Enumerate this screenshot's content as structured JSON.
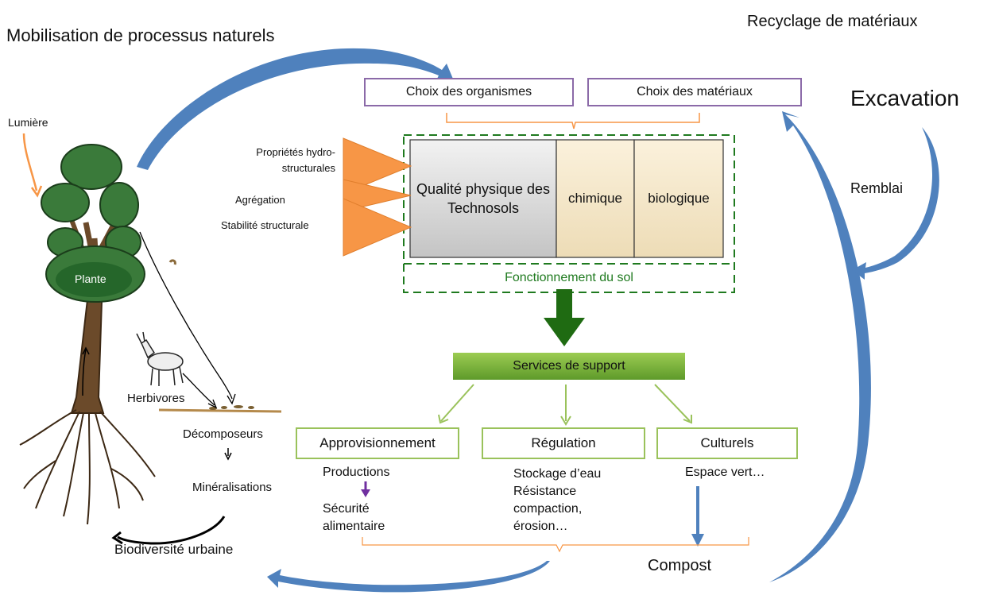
{
  "titles": {
    "mobilisation": "Mobilisation de processus naturels",
    "recyclage": "Recyclage de matériaux",
    "excavation": "Excavation",
    "remblai": "Remblai"
  },
  "inputs": {
    "organismes": "Choix des organismes",
    "materiaux": "Choix des matériaux"
  },
  "properties": {
    "p1": "Propriétés hydro-structurales",
    "p2": "Agrégation",
    "p3": "Stabilité structurale"
  },
  "soil": {
    "physique": "Qualité physique des Technosols",
    "chimique": "chimique",
    "biologique": "biologique",
    "fonctionnement": "Fonctionnement du sol"
  },
  "services": {
    "support": "Services de support",
    "approvisionnement": "Approvisionnement",
    "regulation": "Régulation",
    "culturels": "Culturels"
  },
  "outcomes": {
    "productions": "Productions",
    "securite": "Sécurité alimentaire",
    "regulation_text": "Stockage d’eau Résistance compaction, érosion…",
    "espace": "Espace vert…",
    "compost": "Compost"
  },
  "plant": {
    "lumiere": "Lumière",
    "plante": "Plante",
    "herbivores": "Herbivores",
    "decomposeurs": "Décomposeurs",
    "mineralisations": "Minéralisations",
    "biodiversite": "Biodiversité urbaine"
  },
  "colors": {
    "orange": "#f79646",
    "purple": "#8b6aa8",
    "green_dark": "#1f7a1f",
    "green_light": "#9ac25b",
    "blue": "#4f81bd",
    "leaf": "#3a7a3a",
    "trunk": "#6b4a2a"
  }
}
